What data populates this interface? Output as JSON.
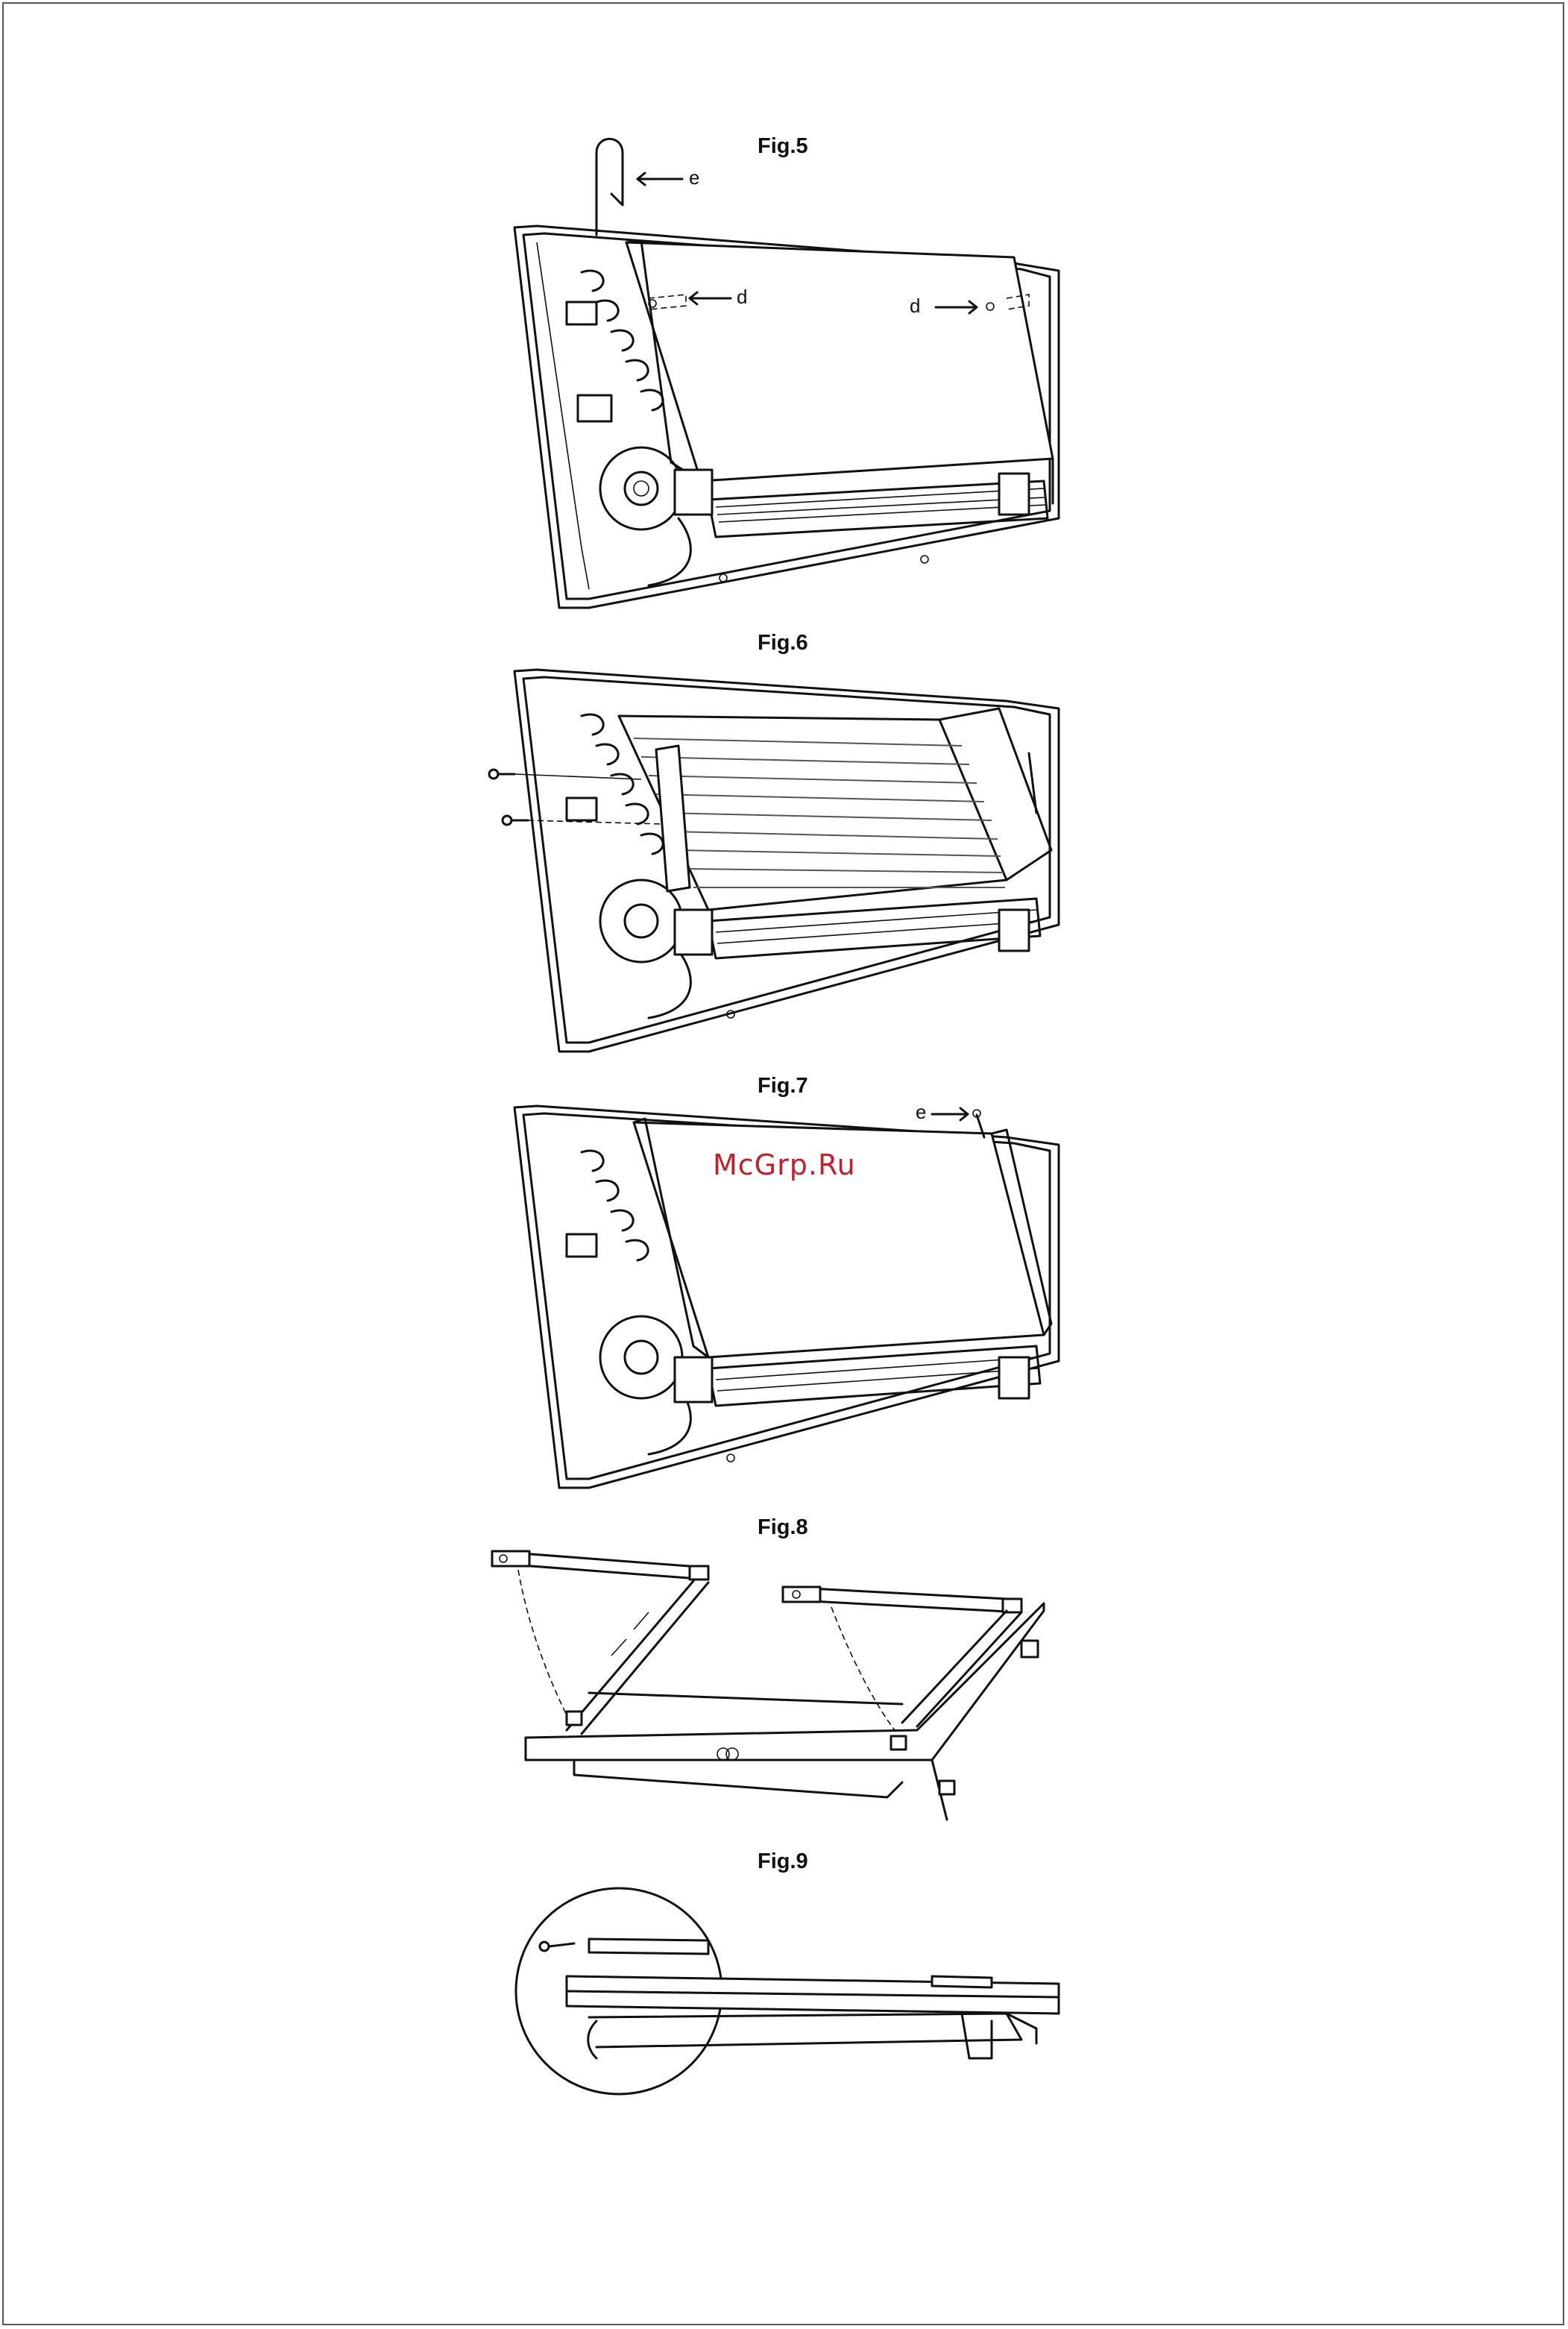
{
  "figures": {
    "fig5": {
      "title": "Fig.5",
      "labels": {
        "e": "e",
        "d_left": "d",
        "d_right": "d"
      }
    },
    "fig6": {
      "title": "Fig.6"
    },
    "fig7": {
      "title": "Fig.7",
      "labels": {
        "e": "e"
      }
    },
    "fig8": {
      "title": "Fig.8"
    },
    "fig9": {
      "title": "Fig.9"
    }
  },
  "watermark": "McGrp.Ru"
}
